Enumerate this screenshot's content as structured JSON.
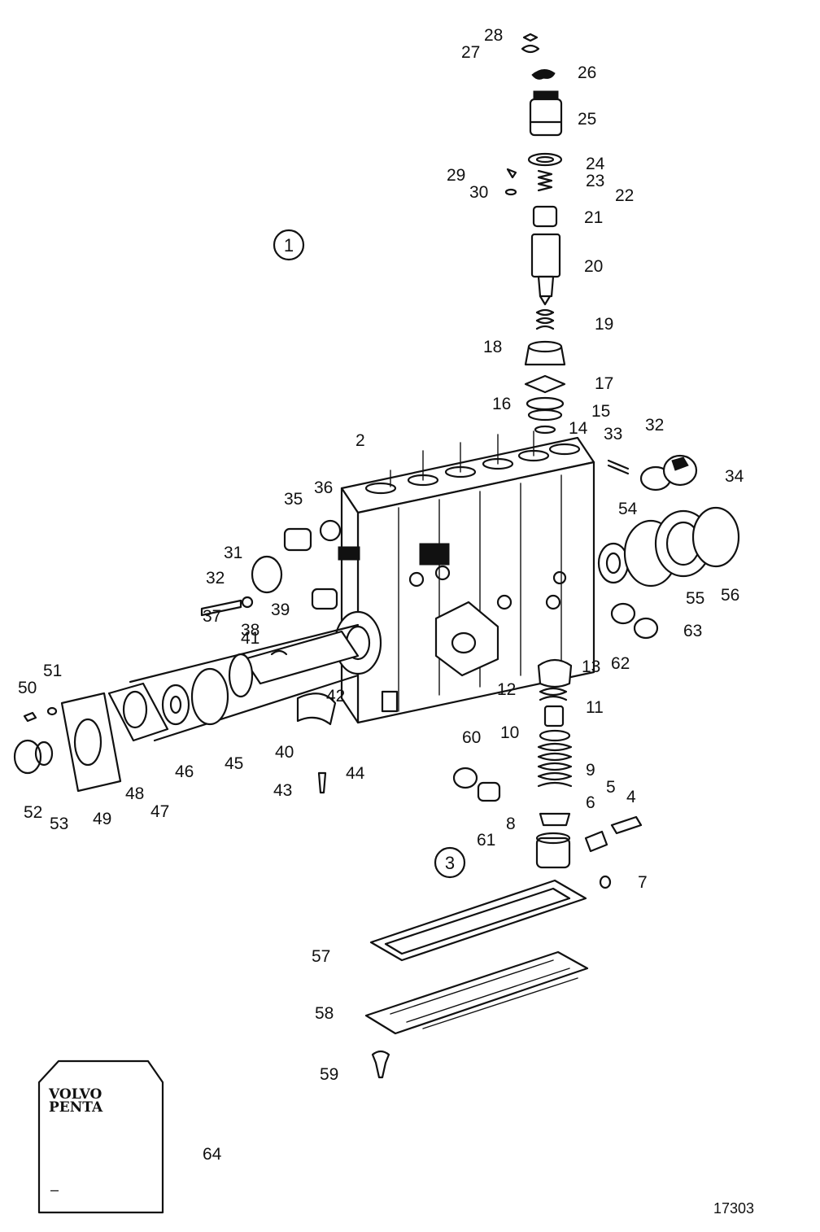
{
  "diagram": {
    "reference_number": "17303",
    "circled_callouts": [
      "1",
      "3"
    ],
    "logo_lines": [
      "VOLVO",
      "PENTA"
    ],
    "booklet_mark": "–",
    "parts": [
      "1",
      "2",
      "3",
      "4",
      "5",
      "6",
      "7",
      "8",
      "9",
      "10",
      "11",
      "12",
      "13",
      "14",
      "15",
      "16",
      "17",
      "18",
      "19",
      "20",
      "21",
      "22",
      "23",
      "24",
      "25",
      "26",
      "27",
      "28",
      "29",
      "30",
      "31",
      "32",
      "32",
      "33",
      "34",
      "35",
      "36",
      "37",
      "38",
      "39",
      "40",
      "41",
      "42",
      "43",
      "44",
      "45",
      "46",
      "47",
      "48",
      "49",
      "50",
      "51",
      "52",
      "53",
      "54",
      "55",
      "56",
      "57",
      "58",
      "59",
      "60",
      "61",
      "62",
      "63",
      "64"
    ],
    "labels": [
      "28",
      "27",
      "26",
      "25",
      "24",
      "23",
      "22",
      "29",
      "30",
      "21",
      "20",
      "19",
      "18",
      "17",
      "16",
      "15",
      "14",
      "33",
      "32",
      "34",
      "2",
      "36",
      "35",
      "54",
      "31",
      "32",
      "39",
      "55",
      "56",
      "37",
      "38",
      "41",
      "63",
      "62",
      "13",
      "12",
      "11",
      "42",
      "51",
      "50",
      "60",
      "10",
      "40",
      "46",
      "45",
      "9",
      "44",
      "5",
      "4",
      "43",
      "6",
      "48",
      "47",
      "49",
      "52",
      "53",
      "8",
      "61",
      "7",
      "57",
      "58",
      "59",
      "64"
    ]
  }
}
